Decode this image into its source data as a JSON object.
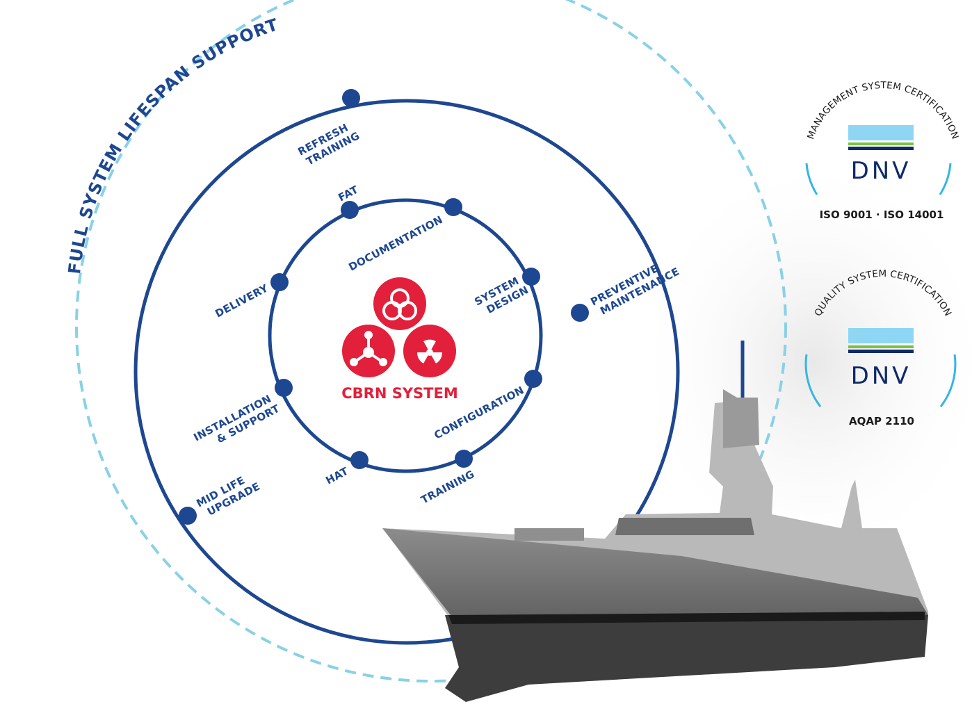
{
  "lifespan": {
    "title": "FULL SYSTEM LIFESPAN SUPPORT"
  },
  "outer_ring": {
    "refresh_training": [
      "REFRESH",
      "TRAINING"
    ],
    "preventive_maintenance": [
      "PREVENTIVE",
      "MAINTENANCE"
    ],
    "mid_life_upgrade": [
      "MID LIFE",
      "UPGRADE"
    ]
  },
  "inner_ring": {
    "fat": "FAT",
    "documentation": "DOCUMENTATION",
    "system_design": [
      "SYSTEM",
      "DESIGN"
    ],
    "configuration": "CONFIGURATION",
    "training": "TRAINING",
    "hat": "HAT",
    "installation_support": [
      "INSTALLATION",
      "& SUPPORT"
    ],
    "delivery": "DELIVERY"
  },
  "center": {
    "title": "CBRN SYSTEM",
    "icons": [
      "biohazard-icon",
      "chemical-icon",
      "radiation-icon"
    ],
    "color": "#e2203b"
  },
  "certifications": [
    {
      "arc_text": "MANAGEMENT SYSTEM CERTIFICATION",
      "brand": "DNV",
      "standards": "ISO 9001 · ISO 14001"
    },
    {
      "arc_text": "QUALITY SYSTEM CERTIFICATION",
      "brand": "DNV",
      "standards": "AQAP 2110"
    }
  ],
  "colors": {
    "ring": "#1d4790",
    "dashed_ring": "#89d1e6",
    "accent_red": "#e2203b",
    "dnv_light_blue": "#8fd6f4",
    "dnv_green": "#7cc242",
    "dnv_navy": "#0f2a6a"
  }
}
